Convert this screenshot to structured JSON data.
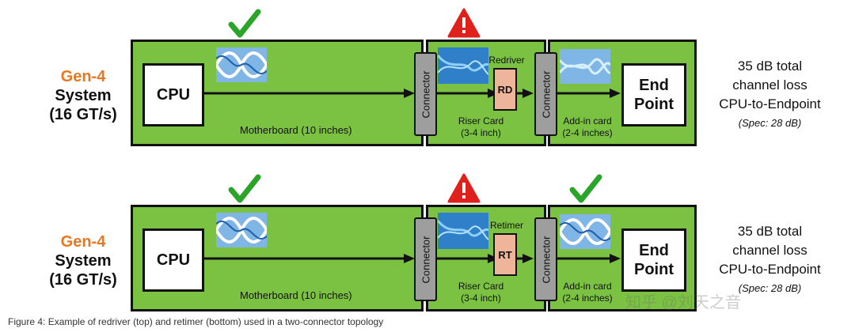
{
  "systems": [
    {
      "gen": "Gen-4",
      "system_line1": "System",
      "system_line2": "(16 GT/s)",
      "cpu": "CPU",
      "motherboard": "Motherboard (10 inches)",
      "connector1": "Connector",
      "connector2": "Connector",
      "device_title": "Redriver",
      "device_chip": "RD",
      "riser_line1": "Riser Card",
      "riser_line2": "(3-4 inch)",
      "addin_line1": "Add-in card",
      "addin_line2": "(2-4 inches)",
      "endpoint_line1": "End",
      "endpoint_line2": "Point",
      "loss_line1": "35 dB total",
      "loss_line2": "channel loss",
      "loss_line3": "CPU-to-Endpoint",
      "spec": "(Spec: 28 dB)",
      "status": {
        "motherboard": "check",
        "riser": "warning",
        "addin": "none"
      }
    },
    {
      "gen": "Gen-4",
      "system_line1": "System",
      "system_line2": "(16 GT/s)",
      "cpu": "CPU",
      "motherboard": "Motherboard (10 inches)",
      "connector1": "Connector",
      "connector2": "Connector",
      "device_title": "Retimer",
      "device_chip": "RT",
      "riser_line1": "Riser Card",
      "riser_line2": "(3-4 inch)",
      "addin_line1": "Add-in card",
      "addin_line2": "(2-4 inches)",
      "endpoint_line1": "End",
      "endpoint_line2": "Point",
      "loss_line1": "35 dB total",
      "loss_line2": "channel loss",
      "loss_line3": "CPU-to-Endpoint",
      "spec": "(Spec: 28 dB)",
      "status": {
        "motherboard": "check",
        "riser": "warning",
        "addin": "check"
      }
    }
  ],
  "caption": "Figure 4: Example of redriver (top) and retimer (bottom) used in a two-connector topology",
  "watermark": "知乎 @刘天之音",
  "colors": {
    "board": "#7cc242",
    "gen": "#e87722",
    "check": "#2aa52a",
    "warning": "#e0201b",
    "chip": "#efb59a",
    "connector": "#9e9e9e"
  }
}
